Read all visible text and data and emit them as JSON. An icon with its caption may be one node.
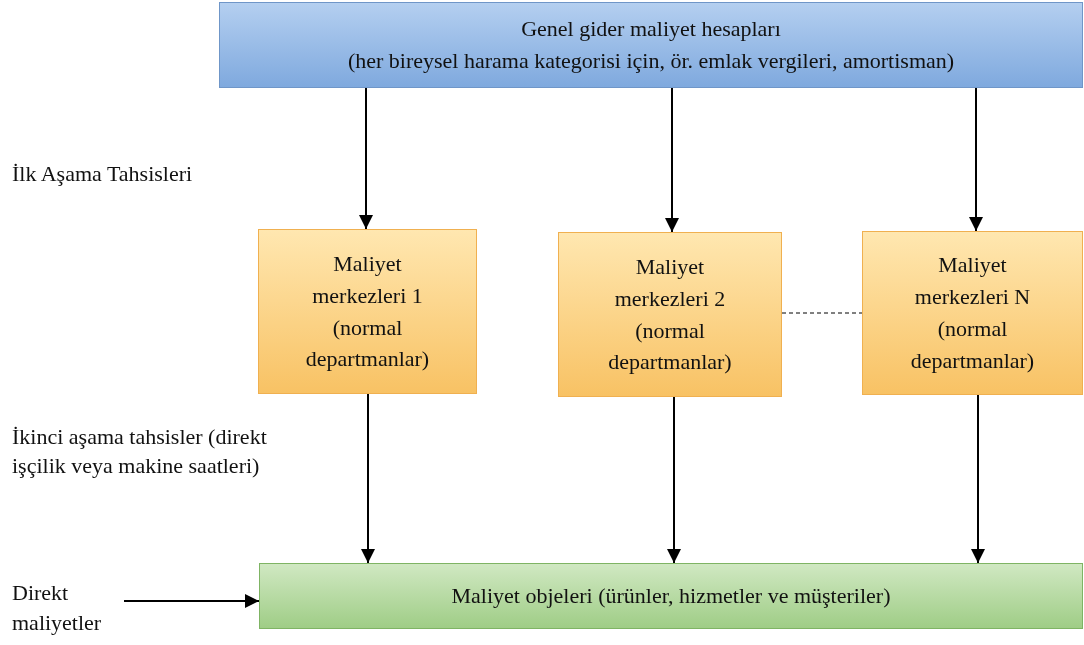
{
  "diagram": {
    "nodes": [
      {
        "text": [
          "Genel gider maliyet hesapları",
          "(her bireysel harama kategorisi için, ör. emlak vergileri, amortisman)"
        ]
      },
      {
        "text": [
          "Maliyet merkezleri 1 (normal departmanlar)"
        ]
      },
      {
        "text": [
          "Maliyet merkezleri 2 (normal departmanlar)"
        ]
      },
      {
        "text": [
          "Maliyet merkezleri N (normal departmanlar)"
        ]
      },
      {
        "text": [
          "Maliyet objeleri (ürünler, hizmetler ve müşteriler)"
        ]
      },
      {
        "text": [
          "Direkt maliyetler"
        ]
      }
    ],
    "edges": [
      {
        "from": 0,
        "to": 1,
        "arrow": "to"
      },
      {
        "from": 0,
        "to": 2,
        "arrow": "to"
      },
      {
        "from": 0,
        "to": 3,
        "arrow": "to"
      },
      {
        "from": 2,
        "to": 3,
        "arrow": "none",
        "style": "dashed"
      },
      {
        "from": 1,
        "to": 4,
        "arrow": "to"
      },
      {
        "from": 2,
        "to": 4,
        "arrow": "to"
      },
      {
        "from": 3,
        "to": 4,
        "arrow": "to"
      },
      {
        "from": 5,
        "to": 4,
        "arrow": "to"
      }
    ],
    "labels": [
      "İlk Aşama Tahsisleri",
      "İkinci aşama tahsisler (direkt işçilik veya makine saatleri)"
    ]
  }
}
